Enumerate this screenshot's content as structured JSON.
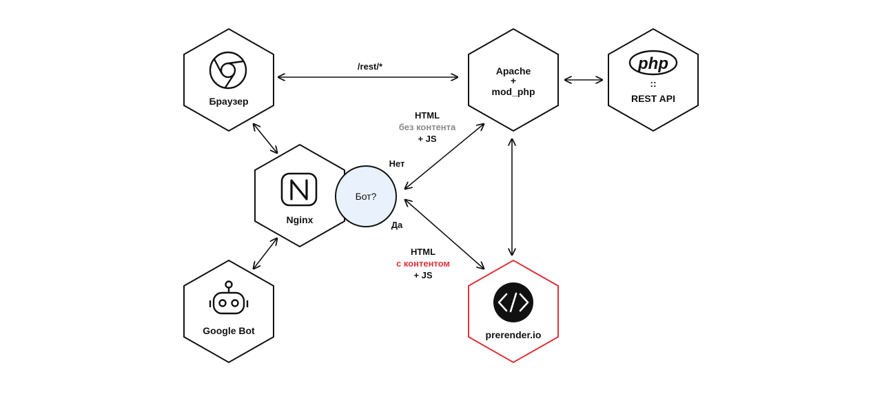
{
  "colors": {
    "stroke": "#111111",
    "accent_red": "#e0313b",
    "muted_text": "#8a8a8a",
    "bot_fill": "#e9f2fc"
  },
  "nodes": {
    "browser": {
      "label": "Браузер",
      "icon": "chrome-icon"
    },
    "apache": {
      "line1": "Apache",
      "line2": "+",
      "line3": "mod_php"
    },
    "rest_api": {
      "logo_text": "php",
      "separator": "::",
      "label": "REST API",
      "icon": "php-logo"
    },
    "nginx": {
      "label": "Nginx",
      "icon": "nginx-icon"
    },
    "bot_check": {
      "label": "Бот?"
    },
    "google_bot": {
      "label": "Google Bot",
      "icon": "robot-icon"
    },
    "prerender": {
      "label": "prerender.io",
      "icon": "code-icon"
    }
  },
  "edges": {
    "browser_apache": {
      "label": "/rest/*"
    },
    "no_branch": {
      "label": "Нет",
      "line1": "HTML",
      "line2": "без контента",
      "line3": "+ JS"
    },
    "yes_branch": {
      "label": "Да",
      "line1": "HTML",
      "line2": "с контентом",
      "line3": "+ JS"
    }
  }
}
